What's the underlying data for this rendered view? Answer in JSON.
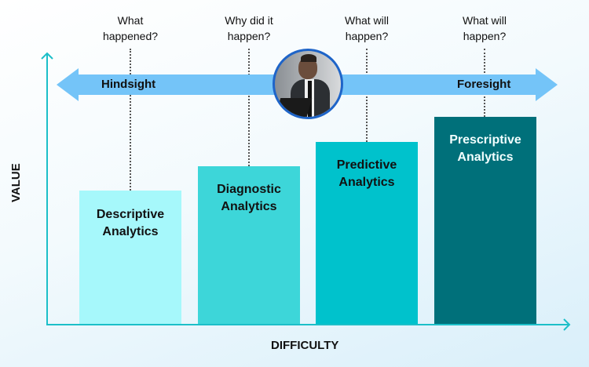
{
  "questions": [
    "What happened?",
    "Why did it happen?",
    "What will happen?",
    "What will happen?"
  ],
  "arrow": {
    "left_label": "Hindsight",
    "right_label": "Foresight",
    "color": "#74c4f8"
  },
  "bars": [
    {
      "label": "Descriptive Analytics",
      "color": "#a6f8fb",
      "text_color": "#111111",
      "level": 1
    },
    {
      "label": "Diagnostic Analytics",
      "color": "#3dd6d9",
      "text_color": "#111111",
      "level": 2
    },
    {
      "label": "Predictive Analytics",
      "color": "#00c2cc",
      "text_color": "#111111",
      "level": 3
    },
    {
      "label": "Prescriptive Analytics",
      "color": "#00707a",
      "text_color": "#f2ffff",
      "level": 4
    }
  ],
  "axes": {
    "y_label": "VALUE",
    "x_label": "DIFFICULTY"
  }
}
